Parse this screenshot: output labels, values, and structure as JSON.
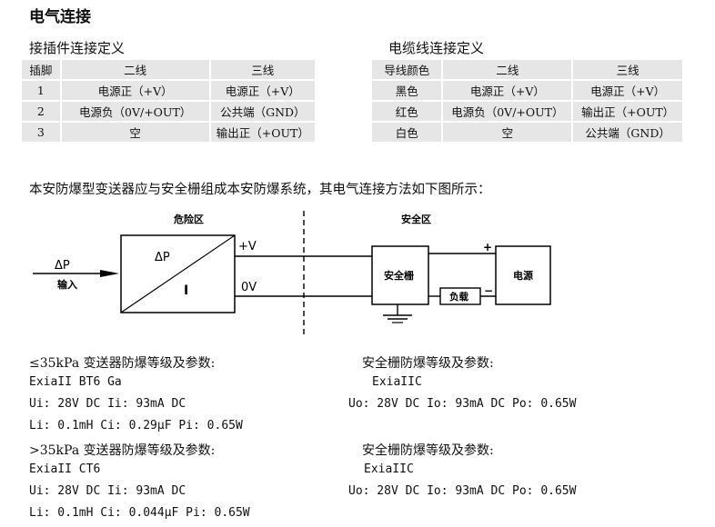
{
  "section_title": "电气连接",
  "plug": {
    "title": "接插件连接定义",
    "headers": [
      "插脚",
      "二线",
      "三线"
    ],
    "rows": [
      [
        "1",
        "电源正（+V）",
        "电源正（+V）"
      ],
      [
        "2",
        "电源负（0V/+OUT）",
        "公共端（GND）"
      ],
      [
        "3",
        "空",
        "输出正（+OUT）"
      ]
    ]
  },
  "cable": {
    "title": "电缆线连接定义",
    "headers": [
      "导线颜色",
      "二线",
      "三线"
    ],
    "rows": [
      [
        "黑色",
        "电源正（+V）",
        "电源正（+V）"
      ],
      [
        "红色",
        "电源负（0V/+OUT）",
        "输出正（+OUT）"
      ],
      [
        "白色",
        "空",
        "公共端（GND）"
      ]
    ]
  },
  "intro": "本安防爆型变送器应与安全栅组成本安防爆系统，其电气连接方法如下图所示：",
  "diagram": {
    "hazard_zone": "危险区",
    "safe_zone": "安全区",
    "delta_p": "ΔP",
    "input": "输入",
    "box_dp": "ΔP",
    "box_i": "I",
    "plus_v": "+V",
    "zero_v": "0V",
    "barrier": "安全栅",
    "load": "负载",
    "power": "电源",
    "plus": "+",
    "minus": "−"
  },
  "specs": {
    "low_title": "≤35kPa 变送器防爆等级及参数:",
    "low_grade": "ExiaII BT6 Ga",
    "low_line1": "Ui: 28V DC  Ii: 93mA DC",
    "low_line2": "Li: 0.1mH   Ci: 0.29μF   Pi: 0.65W",
    "barrier1_title": "安全栅防爆等级及参数:",
    "barrier1_grade": "ExiaIIC",
    "barrier1_line": "Uo: 28V DC   Io: 93mA DC   Po: 0.65W",
    "high_title": ">35kPa 变送器防爆等级及参数:",
    "high_grade": "ExiaII CT6",
    "high_line1": "Ui: 28V DC  Ii: 93mA DC",
    "high_line2": "Li: 0.1mH   Ci: 0.044μF   Pi: 0.65W",
    "barrier2_title": "安全栅防爆等级及参数:",
    "barrier2_grade": "ExiaIIC",
    "barrier2_line": "Uo: 28V DC   Io: 93mA DC   Po: 0.65W"
  }
}
